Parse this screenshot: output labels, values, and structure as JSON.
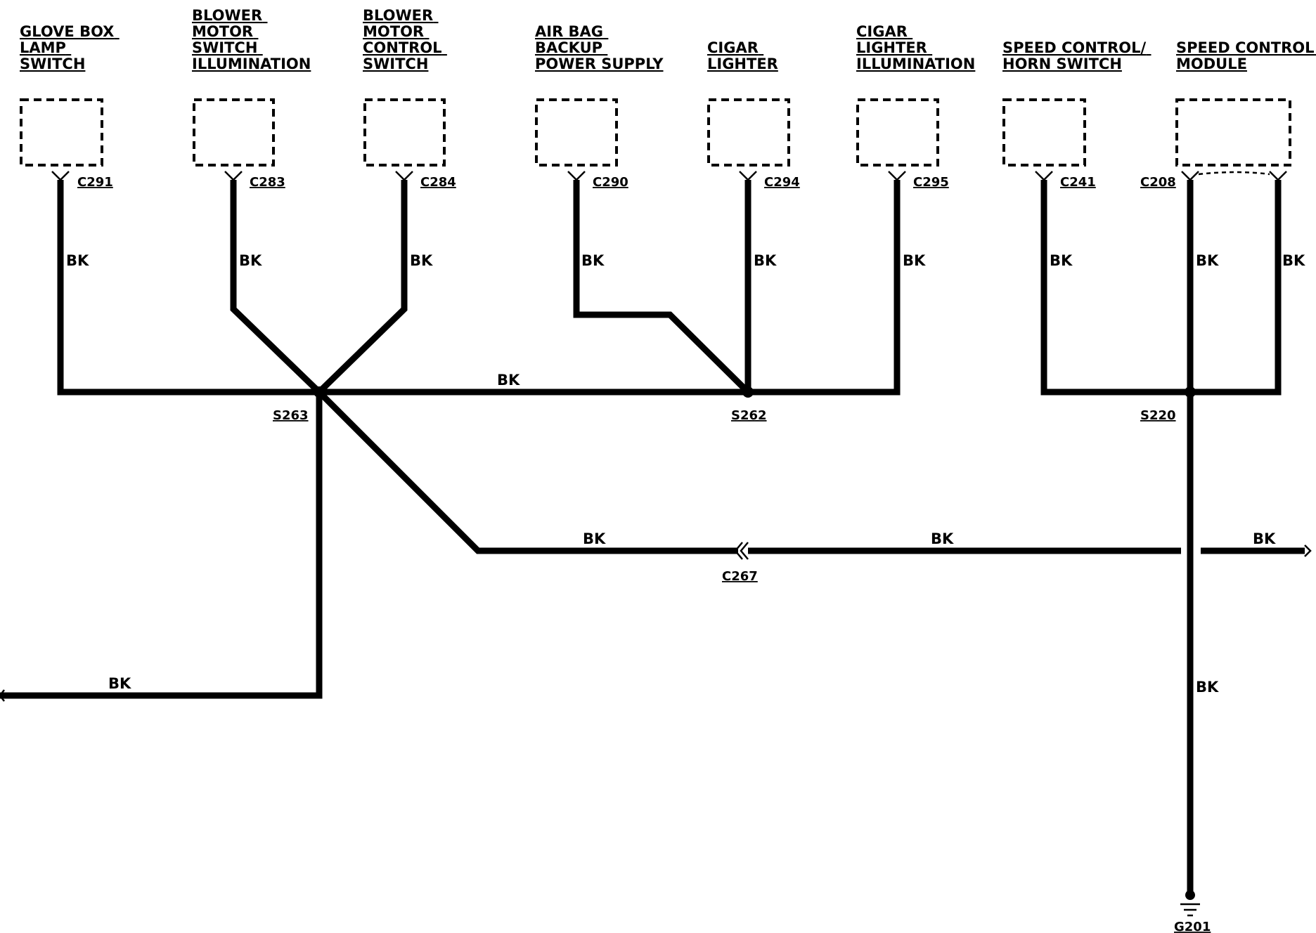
{
  "components": {
    "glove_box": [
      "GLOVE BOX",
      "LAMP",
      "SWITCH"
    ],
    "blower_illum": [
      "BLOWER",
      "MOTOR",
      "SWITCH",
      "ILLUMINATION"
    ],
    "blower_ctrl": [
      "BLOWER",
      "MOTOR",
      "CONTROL",
      "SWITCH"
    ],
    "airbag": [
      "AIR BAG",
      "BACKUP",
      "POWER SUPPLY"
    ],
    "cigar": [
      "CIGAR",
      "LIGHTER"
    ],
    "cigar_illum": [
      "CIGAR",
      "LIGHTER",
      "ILLUMINATION"
    ],
    "speed_horn": [
      "SPEED CONTROL/",
      "HORN SWITCH"
    ],
    "speed_module": [
      "SPEED CONTROL",
      "MODULE"
    ]
  },
  "connectors": {
    "c291": "C291",
    "c283": "C283",
    "c284": "C284",
    "c290": "C290",
    "c294": "C294",
    "c295": "C295",
    "c241": "C241",
    "c208": "C208",
    "c267": "C267"
  },
  "splices": {
    "s263": "S263",
    "s262": "S262",
    "s220": "S220"
  },
  "ground": {
    "g201": "G201"
  },
  "wire_color": "BK"
}
